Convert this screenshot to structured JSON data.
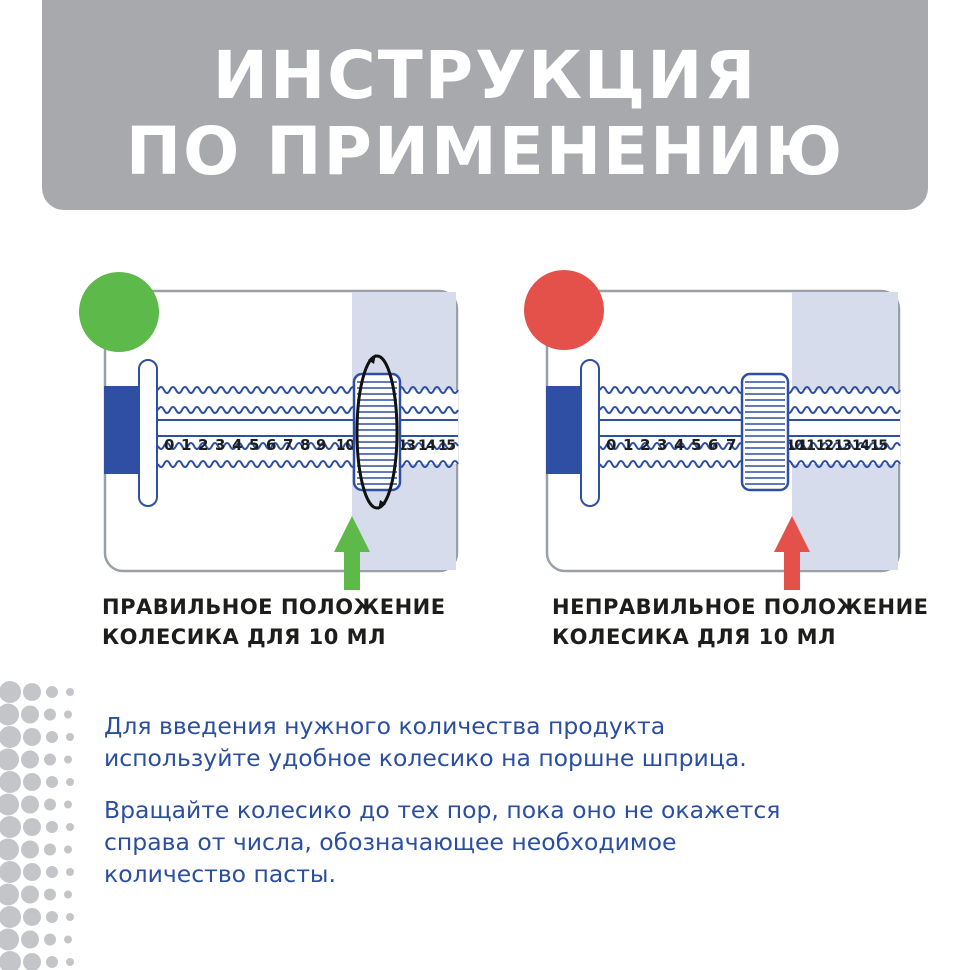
{
  "header": {
    "title_line1": "ИНСТРУКЦИЯ",
    "title_line2": "ПО ПРИМЕНЕНИЮ"
  },
  "scale_numbers": [
    "0",
    "1",
    "2",
    "3",
    "4",
    "5",
    "6",
    "7",
    "8",
    "9",
    "10",
    "11",
    "12",
    "13",
    "14",
    "15"
  ],
  "correct": {
    "status_color": "#5db94a",
    "caption_line1": "ПРАВИЛЬНОЕ ПОЛОЖЕНИЕ",
    "caption_line2": "КОЛЕСИКА ДЛЯ 10 МЛ",
    "wheel_at_value": 10
  },
  "incorrect": {
    "status_color": "#e4514a",
    "caption_line1": "НЕПРАВИЛЬНОЕ ПОЛОЖЕНИЕ",
    "caption_line2": "КОЛЕСИКА ДЛЯ 10 МЛ",
    "wheel_at_value": 8
  },
  "instructions": {
    "p1_line1": "Для введения нужного количества продукта",
    "p1_line2": "используйте удобное колесико на поршне шприца.",
    "p2_line1": "Вращайте колесико до тех пор, пока оно не окажется",
    "p2_line2": "справа от числа, обозначающее необходимое",
    "p2_line3": "количество пасты."
  },
  "colors": {
    "banner": "#a7a9ad",
    "accent_blue": "#2b4fa0",
    "syringe_blue": "#2e4fa3",
    "shade": "#d6dcec"
  }
}
